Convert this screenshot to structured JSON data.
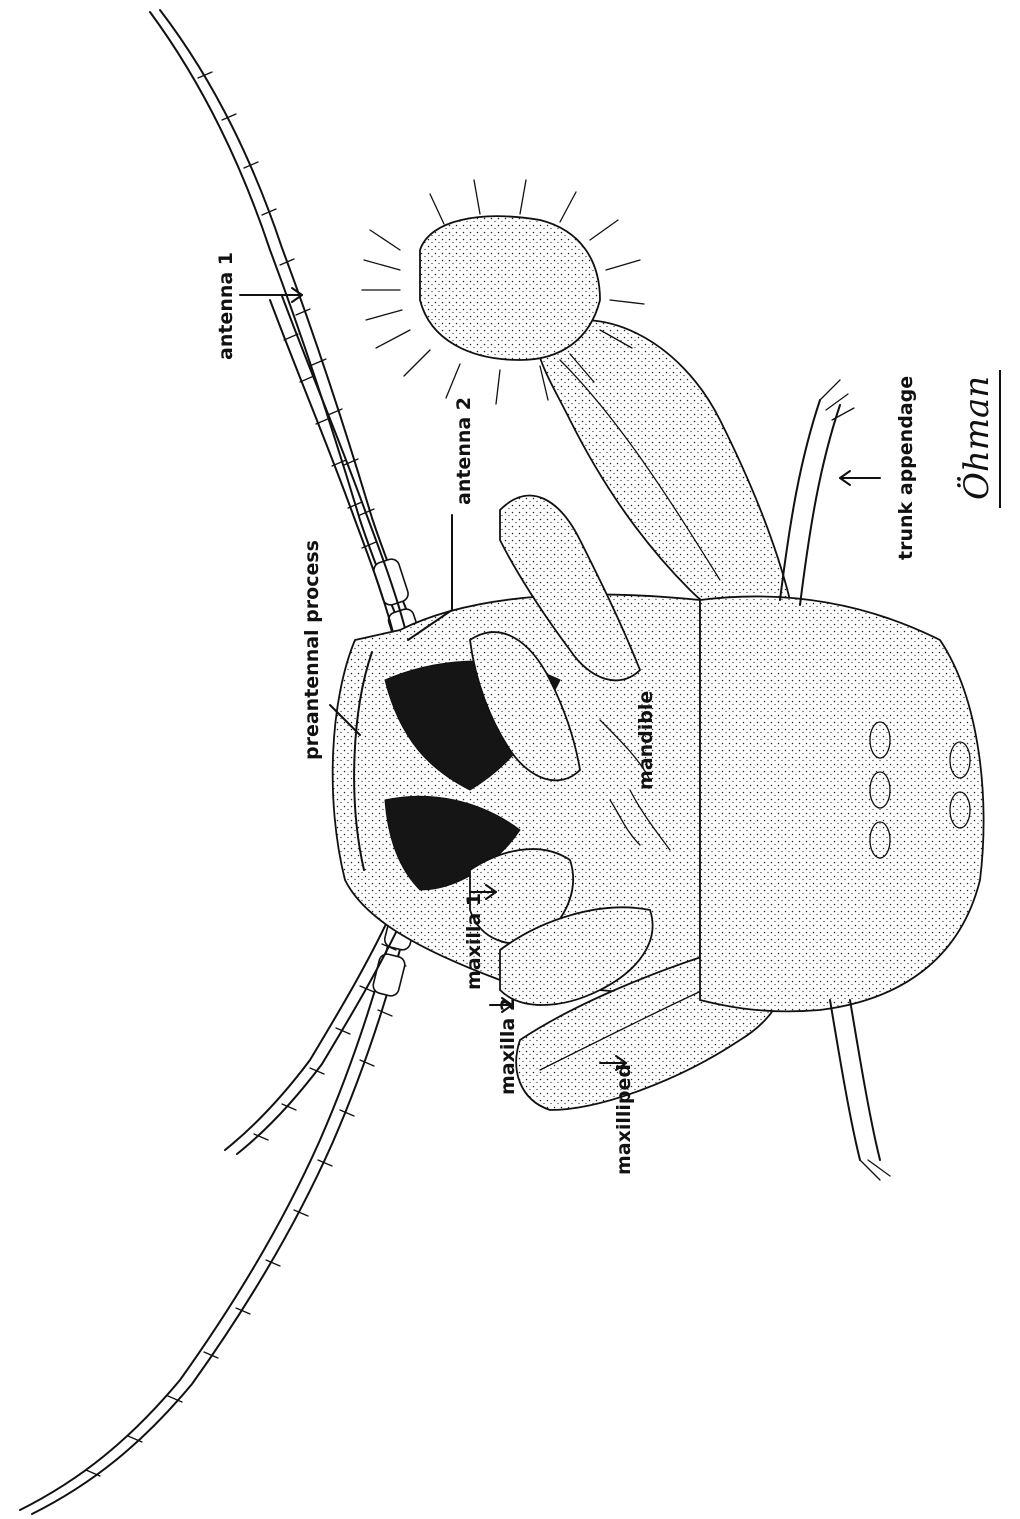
{
  "labels": {
    "antenna1": "antenna 1",
    "antenna2": "antenna 2",
    "preantennal_process": "preantennal process",
    "mandible": "mandible",
    "maxilla1": "maxilla 1",
    "maxilla2": "maxilla 2",
    "maxilliped": "maxilliped",
    "trunk_appendage": "trunk appendage"
  },
  "signature": "Öhman"
}
